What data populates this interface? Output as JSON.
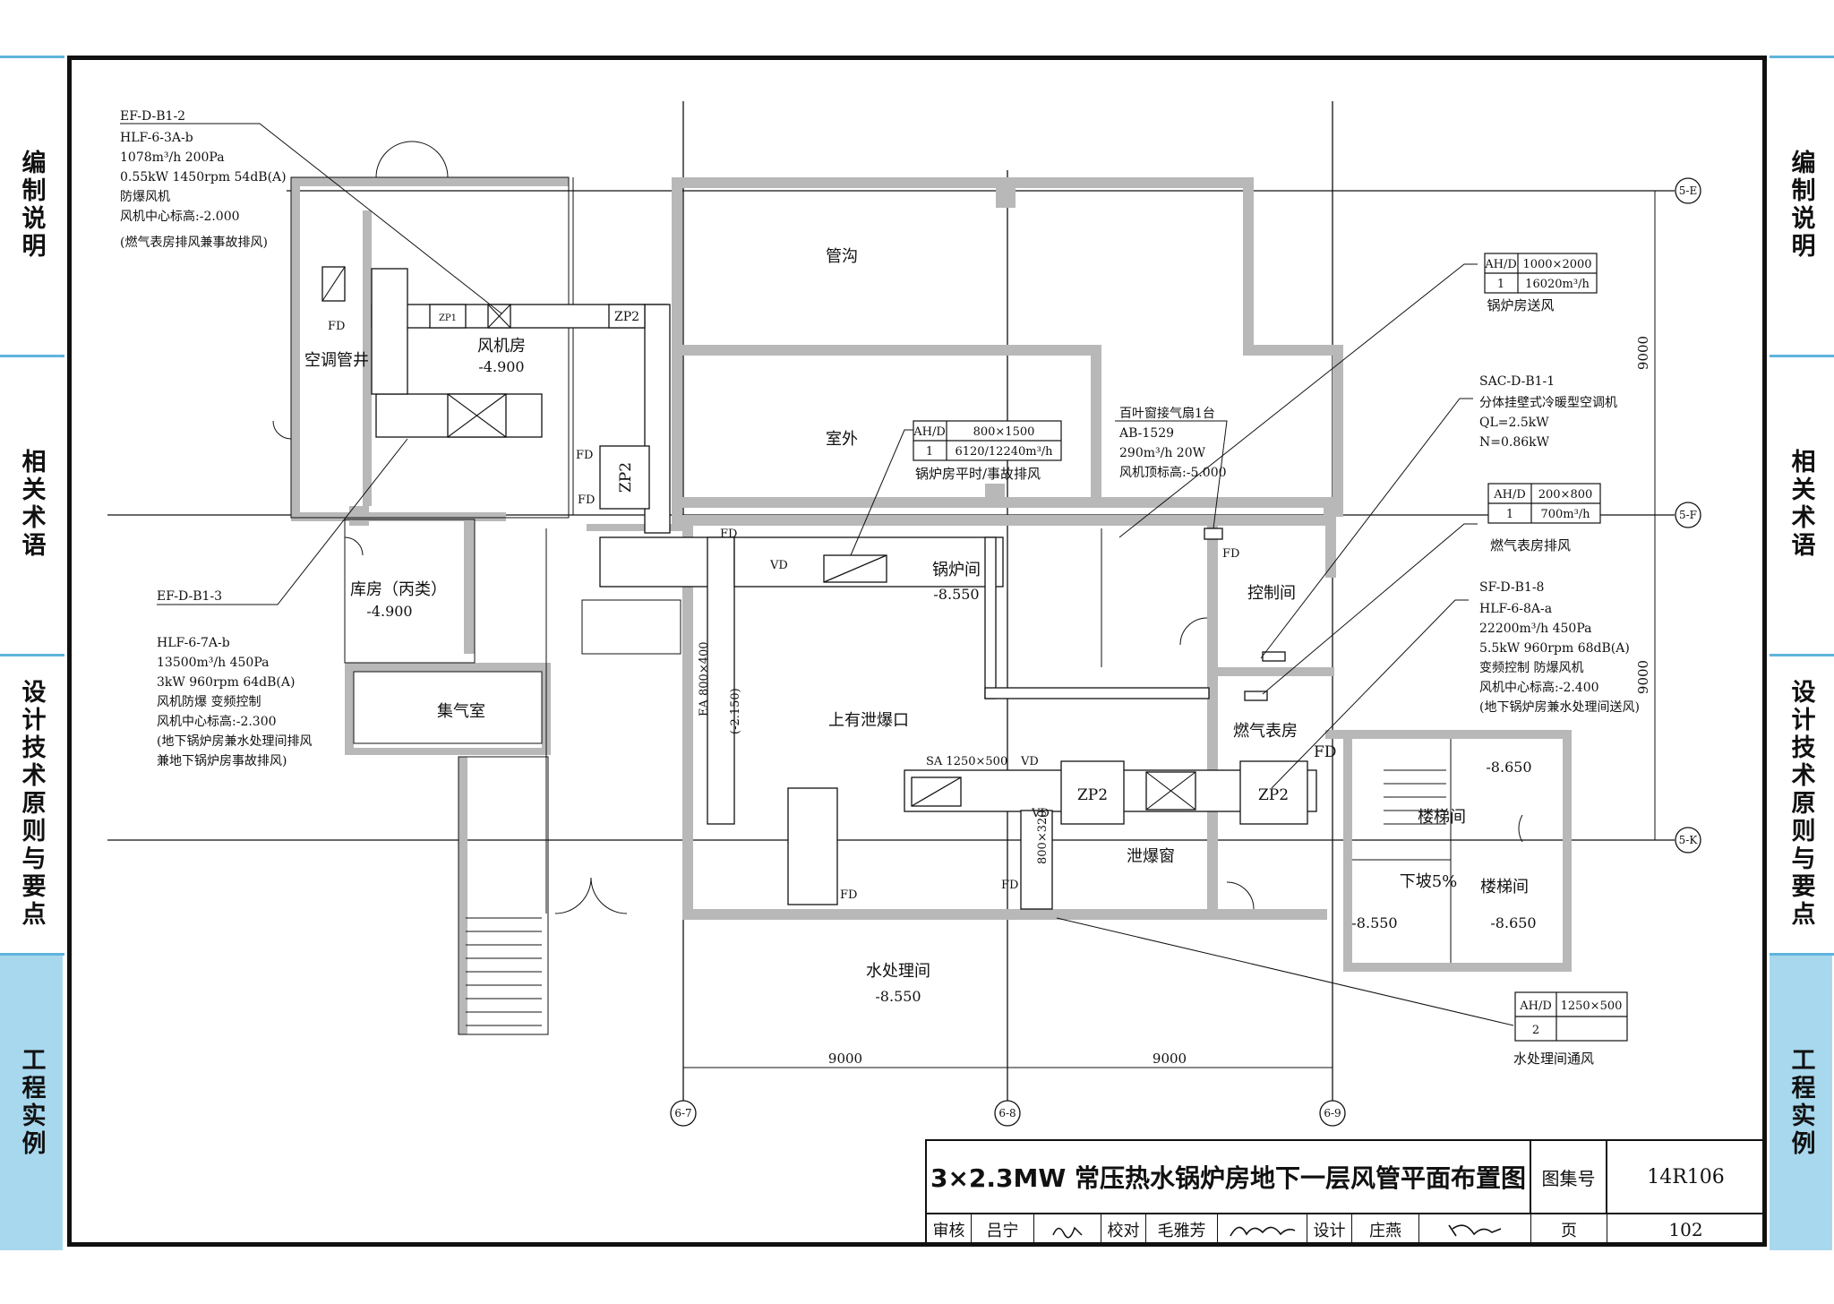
{
  "side_tabs": [
    {
      "label": "编制说明",
      "active": false
    },
    {
      "label": "相关术语",
      "active": false
    },
    {
      "label": "设计技术原则与要点",
      "active": false
    },
    {
      "label": "工程实例",
      "active": true
    }
  ],
  "colors": {
    "tab_accent": "#a8d8ee",
    "tab_line": "#5fb4dc",
    "wall": "#b8b8b8",
    "line": "#111111"
  },
  "axes": {
    "e": "5-E",
    "f": "5-F",
    "k": "5-K",
    "c7": "6-7",
    "c8": "6-8",
    "c9": "6-9",
    "dim_bottom_1": "9000",
    "dim_bottom_2": "9000",
    "dim_right_1": "9000",
    "dim_right_2": "9000"
  },
  "rooms": {
    "pipe_trench": "管沟",
    "outdoor": "室外",
    "fan_room": "风机房",
    "fan_room_level": "-4.900",
    "ac_shaft": "空调管井",
    "storage": "库房（丙类）",
    "storage_level": "-4.900",
    "gas_collect": "集气室",
    "boiler_room": "锅炉间",
    "boiler_level": "-8.550",
    "control_room": "控制间",
    "gas_meter_room": "燃气表房",
    "stair_room": "楼梯间",
    "stair_room_level": "-8.650",
    "stair_room2": "楼梯间",
    "stair_room2_level": "-8.650",
    "slope_down": "下坡5%",
    "level_855": "-8.550",
    "water_room": "水处理间",
    "water_level": "-8.550",
    "explosion_top": "上有泄爆口",
    "explosion_window": "泄爆窗"
  },
  "equipment": {
    "zp": "ZP2",
    "zp_small": "ZP1",
    "fd": "FD",
    "vd": "VD",
    "ea_duct": "EA 800×400",
    "ea_level": "(-2.150)",
    "sa_duct": "SA 1250×500",
    "duct_800_320": "800×320"
  },
  "annotations": {
    "ef2": {
      "tag": "EF-D-B1-2",
      "lines": [
        "HLF-6-3A-b",
        "1078m³/h 200Pa",
        "0.55kW 1450rpm 54dB(A)",
        "防爆风机",
        "风机中心标高:-2.000",
        "(燃气表房排风兼事故排风)"
      ]
    },
    "ef3": {
      "tag": "EF-D-B1-3",
      "lines": [
        "HLF-6-7A-b",
        "13500m³/h 450Pa",
        "3kW 960rpm 64dB(A)",
        "风机防爆 变频控制",
        "风机中心标高:-2.300",
        "(地下锅炉房兼水处理间排风",
        "兼地下锅炉房事故排风)"
      ]
    },
    "louver": {
      "lines": [
        "百叶窗接气扇1台",
        "AB-1529",
        "290m³/h 20W",
        "风机顶标高:-5.000"
      ]
    },
    "sac": {
      "lines": [
        "SAC-D-B1-1",
        "分体挂壁式冷暖型空调机",
        "QL=2.5kW",
        "N=0.86kW"
      ]
    },
    "sf8": {
      "tag": "SF-D-B1-8",
      "lines": [
        "HLF-6-8A-a",
        "22200m³/h 450Pa",
        "5.5kW 960rpm 68dB(A)",
        "变频控制 防爆风机",
        "风机中心标高:-2.400",
        "(地下锅炉房兼水处理间送风)"
      ]
    }
  },
  "tables": {
    "t1": {
      "h1": "AH/D",
      "h2": "1000×2000",
      "c1": "1",
      "c2": "16020m³/h",
      "caption": "锅炉房送风"
    },
    "t2": {
      "h1": "AH/D",
      "h2": "800×1500",
      "c1": "1",
      "c2": "6120/12240m³/h",
      "caption": "锅炉房平时/事故排风"
    },
    "t3": {
      "h1": "AH/D",
      "h2": "200×800",
      "c1": "1",
      "c2": "700m³/h",
      "caption": "燃气表房排风"
    },
    "t4": {
      "h1": "AH/D",
      "h2": "1250×500",
      "c1": "2",
      "c2": "",
      "caption": "水处理间通风"
    }
  },
  "title_block": {
    "title": "3×2.3MW 常压热水锅炉房地下一层风管平面布置图",
    "atlas_label": "图集号",
    "atlas_no": "14R106",
    "review_label": "审核",
    "reviewer": "吕宁",
    "check_label": "校对",
    "checker": "毛雅芳",
    "design_label": "设计",
    "designer": "庄燕",
    "page_label": "页",
    "page_no": "102"
  }
}
